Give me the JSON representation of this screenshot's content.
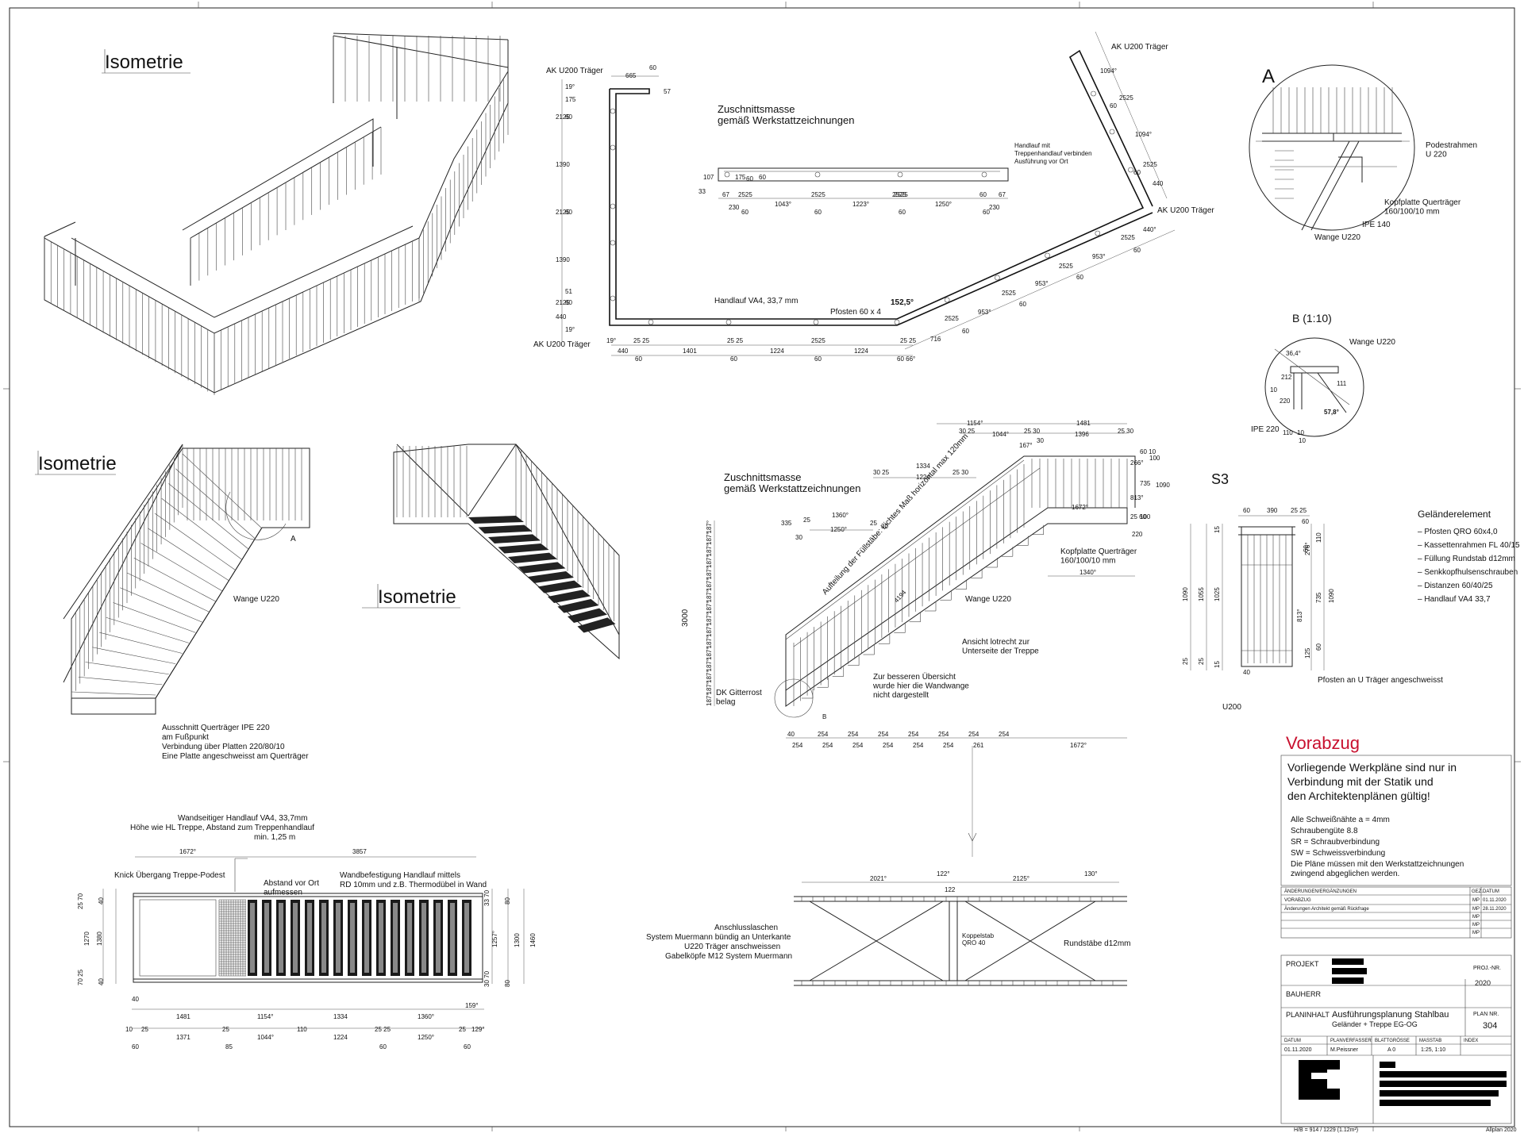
{
  "views": {
    "iso1_title": "Isometrie",
    "iso2_title": "Isometrie",
    "iso3_title": "Isometrie",
    "detail_a_title": "A",
    "detail_b_title": "B (1:10)",
    "s3_title": "S3"
  },
  "plan_top": {
    "title_line1": "Zuschnittsmasse",
    "title_line2": "gemäß Werkstattzeichnungen",
    "ak_top_left": "AK U200 Träger",
    "ak_bottom_left": "AK U200 Träger",
    "ak_top_right": "AK U200 Träger",
    "ak_right": "AK U200 Träger",
    "handlauf": "Handlauf VA4, 33,7 mm",
    "pfosten": "Pfosten 60 x 4",
    "angle": "152,5°",
    "handlauf_note": [
      "Handlauf mit",
      "Treppenhandlauf verbinden",
      "Ausführung vor Ort"
    ],
    "dims_top": [
      "665",
      "60",
      "57"
    ],
    "dims_left": [
      "19°",
      "175",
      "2125",
      "60",
      "1390",
      "2125",
      "60",
      "1390",
      "2125",
      "60",
      "51",
      "440",
      "19°"
    ],
    "dims_bottom_a": [
      "19°",
      "25 25",
      "25 25",
      "2525",
      "25 25"
    ],
    "dims_bottom_b": [
      "440",
      "1401",
      "1224",
      "1224",
      "60 66°"
    ],
    "dims_bottom_c": [
      "60",
      "60",
      "60"
    ],
    "dims_inner": [
      "67",
      "2525",
      "2525",
      "2525",
      "2525",
      "60",
      "67"
    ],
    "dims_inner_b": [
      "230",
      "1043°",
      "1223°",
      "1250°",
      "230"
    ],
    "dims_inner_c": [
      "60",
      "60",
      "60",
      "60"
    ],
    "dims_inner_v": [
      "33",
      "60",
      "175",
      "60",
      "107"
    ],
    "dims_diag": [
      "716",
      "2525",
      "953°",
      "2525",
      "953°",
      "2525",
      "953°",
      "2525",
      "440°",
      "60",
      "60",
      "60",
      "60"
    ],
    "dims_diag_top": [
      "1094°",
      "2525",
      "60",
      "1094°",
      "2525",
      "60",
      "440"
    ]
  },
  "detail_a": {
    "podestrahmen": "Podestrahmen\nU 220",
    "kopfplatte": "Kopfplatte Querträger\n160/100/10 mm",
    "ipe": "IPE 140",
    "wange": "Wange U220"
  },
  "detail_b": {
    "wange": "Wange U220",
    "ipe": "IPE 220",
    "dims": [
      "36,4°",
      "212",
      "220",
      "10",
      "10",
      "110",
      "10",
      "57,8°",
      "111"
    ]
  },
  "iso2": {
    "wange": "Wange U220",
    "ausschnitt": [
      "Ausschnitt Querträger IPE 220",
      "am Fußpunkt",
      "Verbindung über Platten 220/80/10",
      "Eine Platte angeschweisst am Querträger"
    ],
    "marker": "A"
  },
  "stair_elev": {
    "title_line1": "Zuschnittsmasse",
    "title_line2": "gemäß Werkstattzeichnungen",
    "top_dims_a": [
      "1154°",
      "1481"
    ],
    "top_dims_b": [
      "30 25",
      "1044°",
      "25 30",
      "1396",
      "25 30"
    ],
    "top_dims_c": [
      "167°",
      "30"
    ],
    "mid_dims_a": [
      "1334"
    ],
    "mid_dims_b": [
      "30 25",
      "1224",
      "25 30"
    ],
    "left_dims_a": [
      "1360°"
    ],
    "left_dims_b": [
      "335",
      "25",
      "1250°",
      "25",
      "30"
    ],
    "left_dims_c": [
      "30"
    ],
    "aufteilung": "Aufteilung der Füllstäbe: Lichtes Maß horizontal max 120mm",
    "dim_1672": "1672°",
    "kopfplatte": "Kopfplatte Querträger\n160/100/10 mm",
    "dim_1340": "1340°",
    "wange": "Wange U220",
    "ansicht": "Ansicht lotrecht zur\nUnterseite der Treppe",
    "uebersicht": "Zur besseren Übersicht\nwurde hier die Wandwange\nnicht dargestellt",
    "gitterrost": "DK Gitterrost\nbelag",
    "height": "3000",
    "right_dims": [
      "60 10",
      "100",
      "266°",
      "735",
      "1090",
      "813°",
      "25 60",
      "100",
      "220"
    ],
    "riser_dims": [
      "187°",
      "187°",
      "187°",
      "187°",
      "187°",
      "187°",
      "187°",
      "187°",
      "187°",
      "187°",
      "187°",
      "187°",
      "187°",
      "187°",
      "187°",
      "187°"
    ],
    "bottom_dims_a": [
      "40",
      "254",
      "254",
      "254",
      "254",
      "254",
      "254",
      "254"
    ],
    "bottom_dims_b": [
      "254",
      "254",
      "254",
      "254",
      "254",
      "254",
      "261",
      "1672°"
    ],
    "marker_b": "B",
    "length": "4194"
  },
  "s3": {
    "dims_top": [
      "60",
      "390",
      "25 25",
      "60"
    ],
    "dims_left": [
      "1090",
      "1055",
      "1025",
      "25",
      "25",
      "15",
      "15"
    ],
    "dims_right": [
      "110",
      "60",
      "276°",
      "735",
      "1090",
      "813°",
      "60",
      "125"
    ],
    "bottom": "40",
    "u200": "U200",
    "pfosten_label": "Pfosten an U Träger angeschweisst",
    "element_title": "Geländerelement",
    "elements": [
      "Pfosten QRO 60x4,0",
      "Kassettenrahmen FL 40/15",
      "Füllung Rundstab d12mm",
      "Senkkopfhulsenschrauben",
      "Distanzen 60/40/25",
      "Handlauf VA4 33,7"
    ]
  },
  "floor_plan": {
    "wandseitig": [
      "Wandseitiger Handlauf VA4, 33,7mm",
      "Höhe wie HL Treppe, Abstand zum Treppenhandlauf",
      "min. 1,25 m"
    ],
    "knick": "Knick Übergang Treppe-Podest",
    "abstand": "Abstand vor Ort\naufmessen",
    "wandbefestigung": [
      "Wandbefestigung Handlauf mittels",
      "RD 10mm und z.B. Thermodübel in Wand"
    ],
    "top_dims": [
      "1672°",
      "3857"
    ],
    "left_dims": [
      "25 70",
      "40",
      "1270",
      "1380",
      "70 25",
      "40"
    ],
    "right_dims": [
      "33 70",
      "80",
      "1257°",
      "1300",
      "1460",
      "30 70",
      "80"
    ],
    "bottom_a": [
      "40",
      "1481",
      "1154°",
      "1334",
      "1360°",
      "159°"
    ],
    "bottom_b": [
      "10",
      "25",
      "25",
      "110",
      "25 25",
      "25",
      "129°"
    ],
    "bottom_c": [
      "1371",
      "1044°",
      "1224",
      "1250°"
    ],
    "bottom_d": [
      "60",
      "85",
      "60",
      "60"
    ]
  },
  "bracing": {
    "dims_top": [
      "2021°",
      "122°",
      "2125°",
      "130°"
    ],
    "dim_122": "122",
    "anschluss": [
      "Anschlusslaschen",
      "System Muermann bündig an Unterkante",
      "U220 Träger anschweissen",
      "Gabelköpfe M12 System Muermann"
    ],
    "koppelstab": "Koppelstab\nQRO 40",
    "rundstabe": "Rundstäbe d12mm"
  },
  "notes": {
    "vorabzug": "Vorabzug",
    "warning": [
      "Vorliegende Werkpläne sind nur in",
      "Verbindung mit der Statik und",
      "den Architektenplänen gültig!"
    ],
    "list": [
      "Alle Schweißnähte a = 4mm",
      "Schraubengüte 8.8",
      "SR = Schraubverbindung",
      "SW = Schweissverbindung",
      "Die Pläne müssen mit den Werkstattzeichnungen",
      "zwingend abgeglichen werden."
    ]
  },
  "revisions": {
    "header": [
      "ÄNDERUNGEN/ERGÄNZUNGEN",
      "GEZ.",
      "DATUM"
    ],
    "rows": [
      [
        "VORABZUG",
        "MP",
        "01.11.2020"
      ],
      [
        "Änderungen Architekt gemäß Rückfrage",
        "MP",
        "28.11.2020"
      ],
      [
        "",
        "MP",
        ""
      ],
      [
        "",
        "MP",
        ""
      ],
      [
        "",
        "MP",
        ""
      ]
    ]
  },
  "titleblock": {
    "projekt_label": "PROJEKT",
    "bauherr_label": "BAUHERR",
    "proj_nr_label": "PROJ.-NR.",
    "proj_nr": "2020",
    "planinhalt_label": "PLANINHALT",
    "planinhalt_1": "Ausführungsplanung Stahlbau",
    "planinhalt_2": "Geländer + Treppe EG-OG",
    "plan_nr_label": "PLAN NR.",
    "plan_nr": "304",
    "fields_labels": [
      "DATUM",
      "PLANVERFASSER",
      "BLATTGRÖSSE",
      "MASSTAB",
      "INDEX"
    ],
    "fields_values": [
      "01.11.2020",
      "M.Peissner",
      "A 0",
      "1:25, 1:10",
      ""
    ],
    "footer_left": "H/B = 914 / 1229 (1.12m²)",
    "footer_right": "Allplan 2020"
  }
}
